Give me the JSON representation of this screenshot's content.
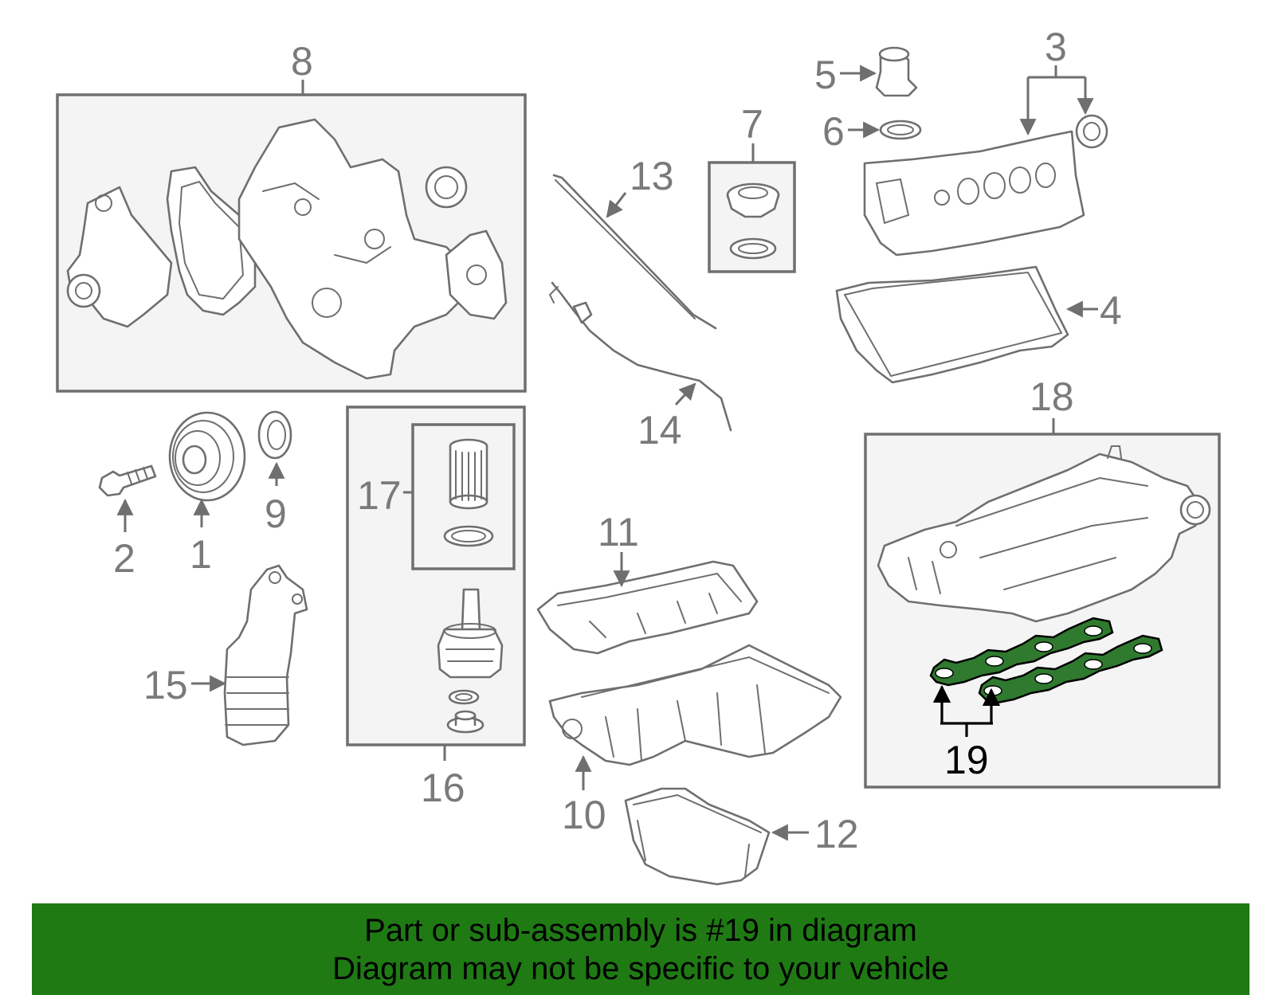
{
  "callouts": {
    "c1": "1",
    "c2": "2",
    "c3": "3",
    "c4": "4",
    "c5": "5",
    "c6": "6",
    "c7": "7",
    "c8": "8",
    "c9": "9",
    "c10": "10",
    "c11": "11",
    "c12": "12",
    "c13": "13",
    "c14": "14",
    "c15": "15",
    "c16": "16",
    "c17": "17",
    "c18": "18",
    "c19": "19"
  },
  "highlighted_part": "19",
  "banner": {
    "line1": "Part or sub-assembly is #19 in diagram",
    "line2": "Diagram may not be specific to your vehicle"
  },
  "colors": {
    "banner": "#1f7a14",
    "highlight": "#2f7a2f",
    "line_art": "#6f6f6f",
    "box_fill": "#f4f4f4"
  }
}
